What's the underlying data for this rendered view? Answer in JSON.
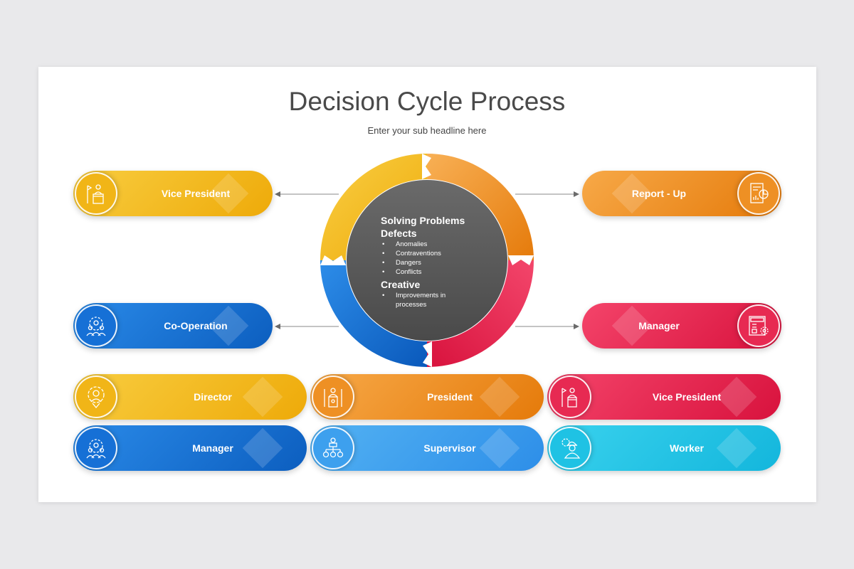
{
  "title": "Decision Cycle Process",
  "subtitle": "Enter your sub headline here",
  "center": {
    "heading1": "Solving Problems",
    "heading2": "Defects",
    "defects": [
      "Anomalies",
      "Contraventions",
      "Dangers",
      "Conflicts"
    ],
    "heading3": "Creative",
    "creative": [
      "Improvements in processes"
    ]
  },
  "side_left": [
    {
      "label": "Vice President",
      "icon": "podium-speaker-icon",
      "color": "yellow"
    },
    {
      "label": "Co-Operation",
      "icon": "team-gear-icon",
      "color": "blue"
    }
  ],
  "side_right": [
    {
      "label": "Report - Up",
      "icon": "report-chart-icon",
      "color": "orange"
    },
    {
      "label": "Manager",
      "icon": "project-board-icon",
      "color": "red"
    }
  ],
  "grid": [
    {
      "label": "Director",
      "icon": "director-badge-icon",
      "color": "yellow"
    },
    {
      "label": "President",
      "icon": "president-podium-icon",
      "color": "orange"
    },
    {
      "label": "Vice President",
      "icon": "podium-flag-icon",
      "color": "red"
    },
    {
      "label": "Manager",
      "icon": "team-gear-icon",
      "color": "blue"
    },
    {
      "label": "Supervisor",
      "icon": "hierarchy-icon",
      "color": "light-blue"
    },
    {
      "label": "Worker",
      "icon": "worker-helmet-icon",
      "color": "cyan"
    }
  ],
  "colors": {
    "yellow": "#f1b517",
    "orange": "#ee9024",
    "red": "#e72a52",
    "blue": "#1670d6",
    "light-blue": "#3da0ee",
    "cyan": "#1fc2e4",
    "center": "#5a5a5a"
  }
}
